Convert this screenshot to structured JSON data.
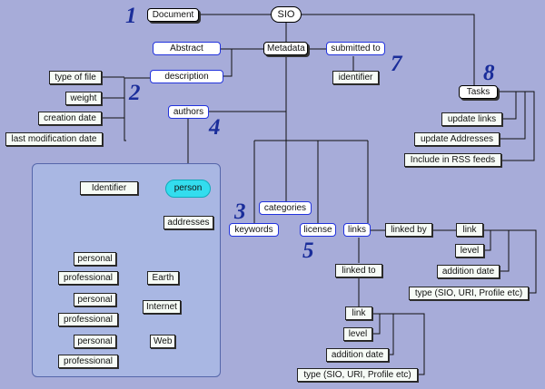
{
  "nodes": {
    "sio": "SIO",
    "document": "Document",
    "metadata": "Metadata",
    "abstract": "Abstract",
    "description": "description",
    "submitted_to": "submitted to",
    "identifier_top": "identifier",
    "tasks": "Tasks",
    "update_links": "update links",
    "update_addresses": "update Addresses",
    "include_rss": "Include in RSS feeds",
    "type_of_file": "type of file",
    "weight": "weight",
    "creation_date": "creation date",
    "last_modification_date": "last modification date",
    "authors": "authors",
    "person": "person",
    "identifier_person": "Identifier",
    "addresses": "addresses",
    "earth": "Earth",
    "internet": "Internet",
    "web": "Web",
    "personal": "personal",
    "professional": "professional",
    "categories": "categories",
    "keywords": "keywords",
    "license": "license",
    "links": "links",
    "linked_by": "linked by",
    "linked_to": "linked to",
    "link": "link",
    "level": "level",
    "addition_date": "addition date",
    "link_type": "type (SIO, URI, Profile etc)"
  },
  "markers": [
    "1",
    "2",
    "3",
    "4",
    "5",
    "7",
    "8"
  ],
  "colors": {
    "background": "#a7acd9",
    "panel": "#a9b7e3",
    "person_fill": "#33ddee",
    "marker": "#1a2d9a",
    "rounded_border": "#2233dd"
  }
}
